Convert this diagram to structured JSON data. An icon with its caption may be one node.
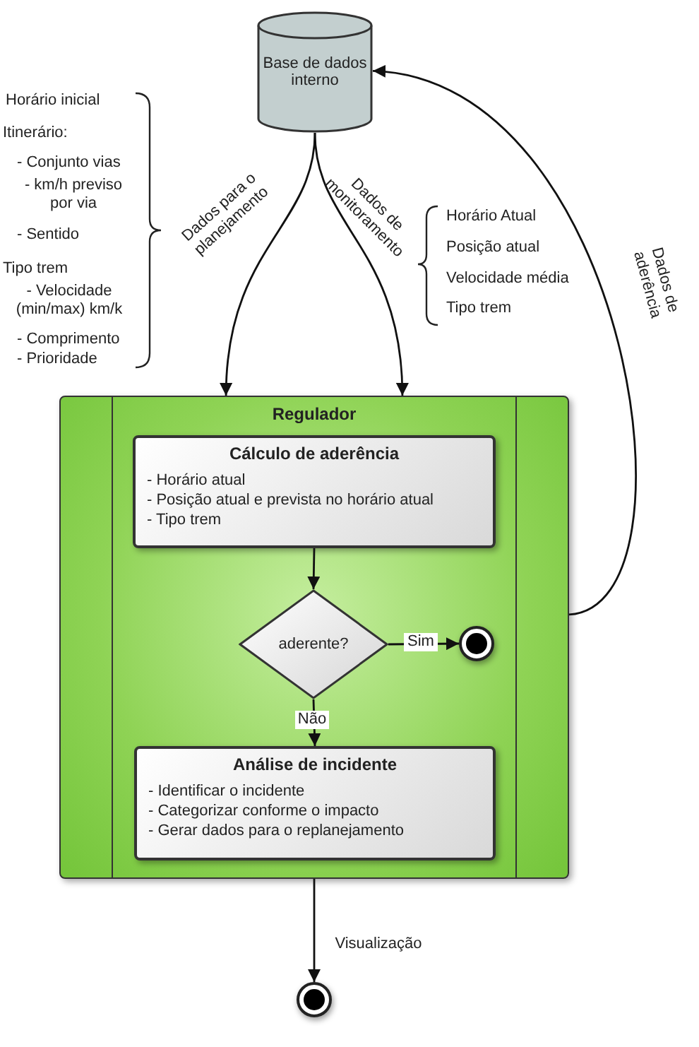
{
  "diagram": {
    "nodes": [
      {
        "text": [
          "Base de dados interno"
        ]
      },
      {
        "text": [
          "Regulador"
        ]
      },
      {
        "text": [
          "Cálculo de aderência",
          "- Horário atual",
          "- Posição atual e prevista no horário atual",
          "- Tipo trem"
        ],
        "in": 1
      },
      {
        "text": [
          "aderente?"
        ],
        "in": 1
      },
      {
        "text": [],
        "shape": "circle",
        "in": 1
      },
      {
        "text": [
          "Análise de incidente",
          "- Identificar o incidente",
          "- Categorizar conforme o impacto",
          "- Gerar dados para o replanejamento"
        ],
        "in": 1
      },
      {
        "text": [],
        "shape": "circle"
      }
    ],
    "edges": [
      {
        "from": 0,
        "to": 1,
        "arrow": "to",
        "label": "Dados para o planejamento"
      },
      {
        "from": 0,
        "to": 1,
        "arrow": "to",
        "label": "Dados de monitoramento"
      },
      {
        "from": 1,
        "to": 0,
        "arrow": "to",
        "label": "Dados de aderência"
      },
      {
        "from": 2,
        "to": 3,
        "arrow": "to"
      },
      {
        "from": 3,
        "to": 4,
        "arrow": "to",
        "label": "Sim"
      },
      {
        "from": 3,
        "to": 5,
        "arrow": "to",
        "label": "Não"
      },
      {
        "from": 1,
        "to": 6,
        "arrow": "to",
        "label": "Visualização"
      }
    ],
    "labels": [
      "Horário inicial",
      "Itinerário:",
      "- Conjunto vias",
      "- km/h previso por via",
      "- Sentido",
      "Tipo trem",
      "- Velocidade (min/max) km/k",
      "- Comprimento",
      "- Prioridade",
      "Horário Atual",
      "Posição atual",
      "Velocidade média",
      "Tipo trem"
    ]
  }
}
